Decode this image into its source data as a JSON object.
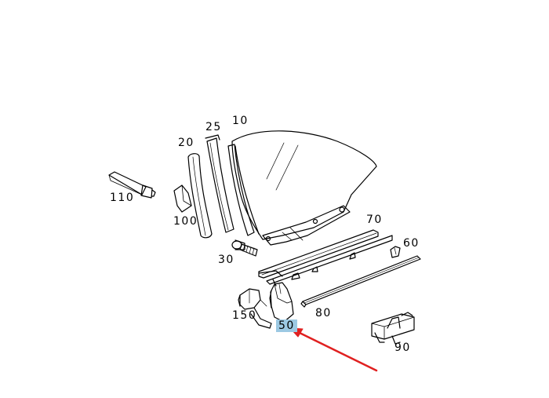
{
  "diagram": {
    "labels": {
      "p10": "10",
      "p20": "20",
      "p25": "25",
      "p30": "30",
      "p50": "50",
      "p60": "60",
      "p70": "70",
      "p80": "80",
      "p90": "90",
      "p100": "100",
      "p110": "110",
      "p150": "150"
    },
    "selected_part": "50",
    "colors": {
      "line": "#000000",
      "highlight": "#9cc9e3",
      "arrow": "#e02020"
    }
  }
}
